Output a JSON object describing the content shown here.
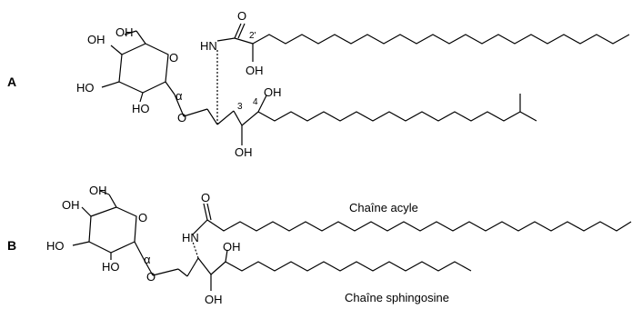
{
  "labels": {
    "panel_a": "A",
    "panel_b": "B",
    "acyl_chain": "Chaîne acyle",
    "sphingosine_chain": "Chaîne sphingosine"
  },
  "atoms": {
    "oh": "OH",
    "ho": "HO",
    "o": "O",
    "hn": "HN",
    "nh": "HN",
    "pos_2prime": "2'",
    "pos_3": "3",
    "pos_4": "4"
  }
}
